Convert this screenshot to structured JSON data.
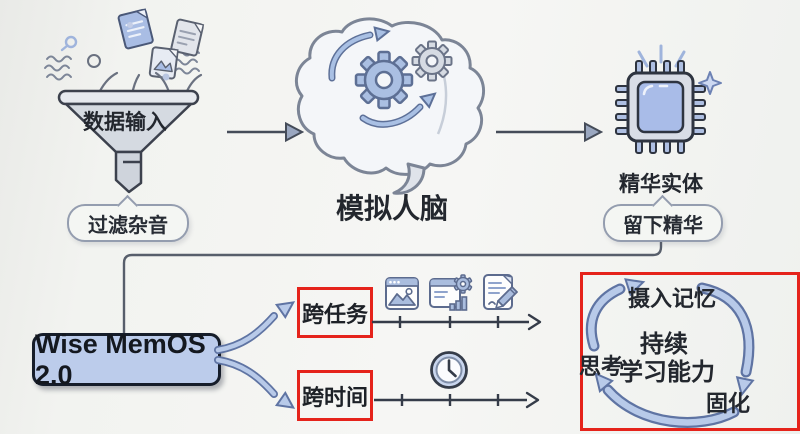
{
  "flow": {
    "input": {
      "label": "数据输入",
      "bubble": "过滤杂音"
    },
    "process": {
      "label": "模拟人脑"
    },
    "output": {
      "label": "精华实体",
      "bubble": "留下精华"
    }
  },
  "memos": {
    "product": "Wise MemOS 2.0",
    "branches": [
      {
        "label": "跨任务"
      },
      {
        "label": "跨时间"
      }
    ]
  },
  "cycle": {
    "top": "摄入记忆",
    "center_line1": "持续",
    "center_line2": "学习能力",
    "left": "思考",
    "bottom_right": "固化"
  },
  "icons": {
    "funnel": "funnel-with-documents",
    "brain": "brain-with-gears",
    "chip": "cpu-chip-sparkle",
    "image_window": "image-browser-window",
    "analytics_window": "window-gear-barchart",
    "document_edit": "document-with-pencil",
    "clock": "clock-face",
    "cycle_arrows": "three-curved-arrows",
    "timeline": "arrow-timeline-with-ticks"
  },
  "colors": {
    "accent_red": "#e5231b",
    "product_box_fill": "#bccceb",
    "arrow_blue_fill": "#b8cae9",
    "arrow_blue_outline": "#5f74a3",
    "line_dark": "#3c414d",
    "background": "#f2f3f0"
  }
}
